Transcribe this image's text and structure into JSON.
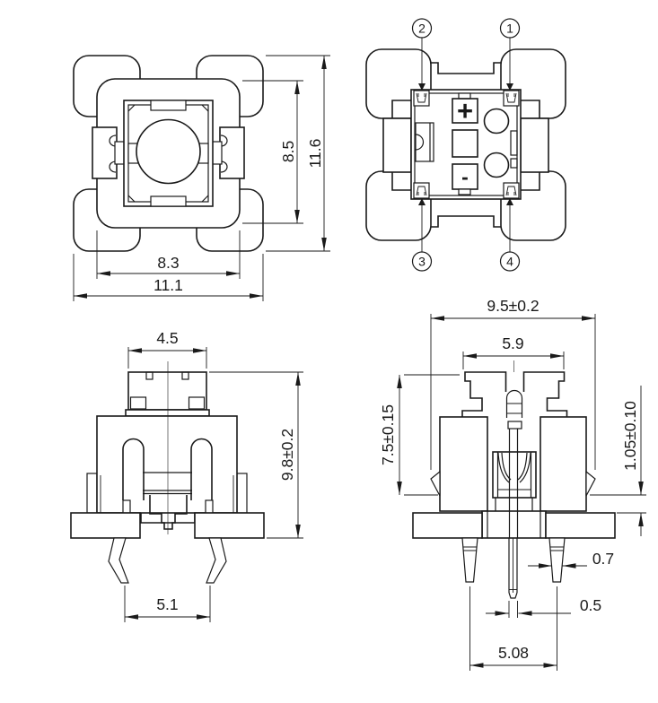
{
  "drawing": {
    "background": "#ffffff",
    "line_color": "#1a1a1a",
    "views": {
      "top_view": {
        "dims": {
          "body_height": "8.5",
          "overall_height": "11.6",
          "body_width": "8.3",
          "overall_width": "11.1"
        }
      },
      "bottom_view": {
        "pins": {
          "top_left": "2",
          "top_right": "1",
          "bottom_left": "3",
          "bottom_right": "4"
        },
        "polarity": {
          "plus": "+",
          "minus": "-"
        }
      },
      "front_view": {
        "dims": {
          "cap_width": "4.5",
          "overall_height": "9.8±0.2",
          "lead_span": "5.1"
        }
      },
      "side_view": {
        "dims": {
          "clip_width": "9.5±0.2",
          "cap_width": "5.9",
          "upper_height": "7.5±0.15",
          "standoff_height": "1.05±0.10",
          "lead_width": "0.7",
          "center_lead_width": "0.5",
          "lead_pitch": "5.08"
        }
      }
    }
  }
}
